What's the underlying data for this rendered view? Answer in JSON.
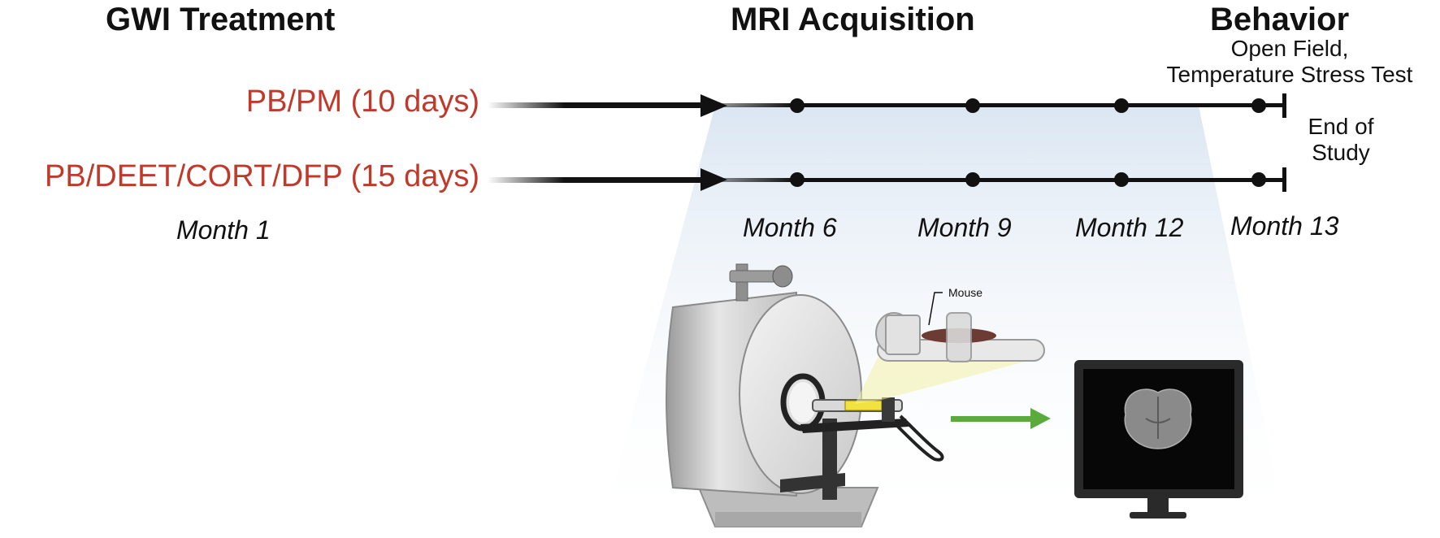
{
  "headers": {
    "treatment": "GWI Treatment",
    "mri": "MRI Acquisition",
    "behavior": "Behavior"
  },
  "behavior_tests": "Open Field,\nTemperature Stress Test",
  "end_label": "End of\nStudy",
  "treatments": [
    {
      "label": "PB/PM (10 days)"
    },
    {
      "label": "PB/DEET/CORT/DFP (15 days)"
    }
  ],
  "months": {
    "start": "Month 1",
    "m6": "Month 6",
    "m9": "Month 9",
    "m12": "Month 12",
    "m13": "Month 13"
  },
  "mouse_label": "Mouse",
  "colors": {
    "treatment_text": "#c0392b",
    "timeline": "#111111",
    "arrow_green": "#5aaa3c",
    "spotlight": "#dbe6f2"
  }
}
